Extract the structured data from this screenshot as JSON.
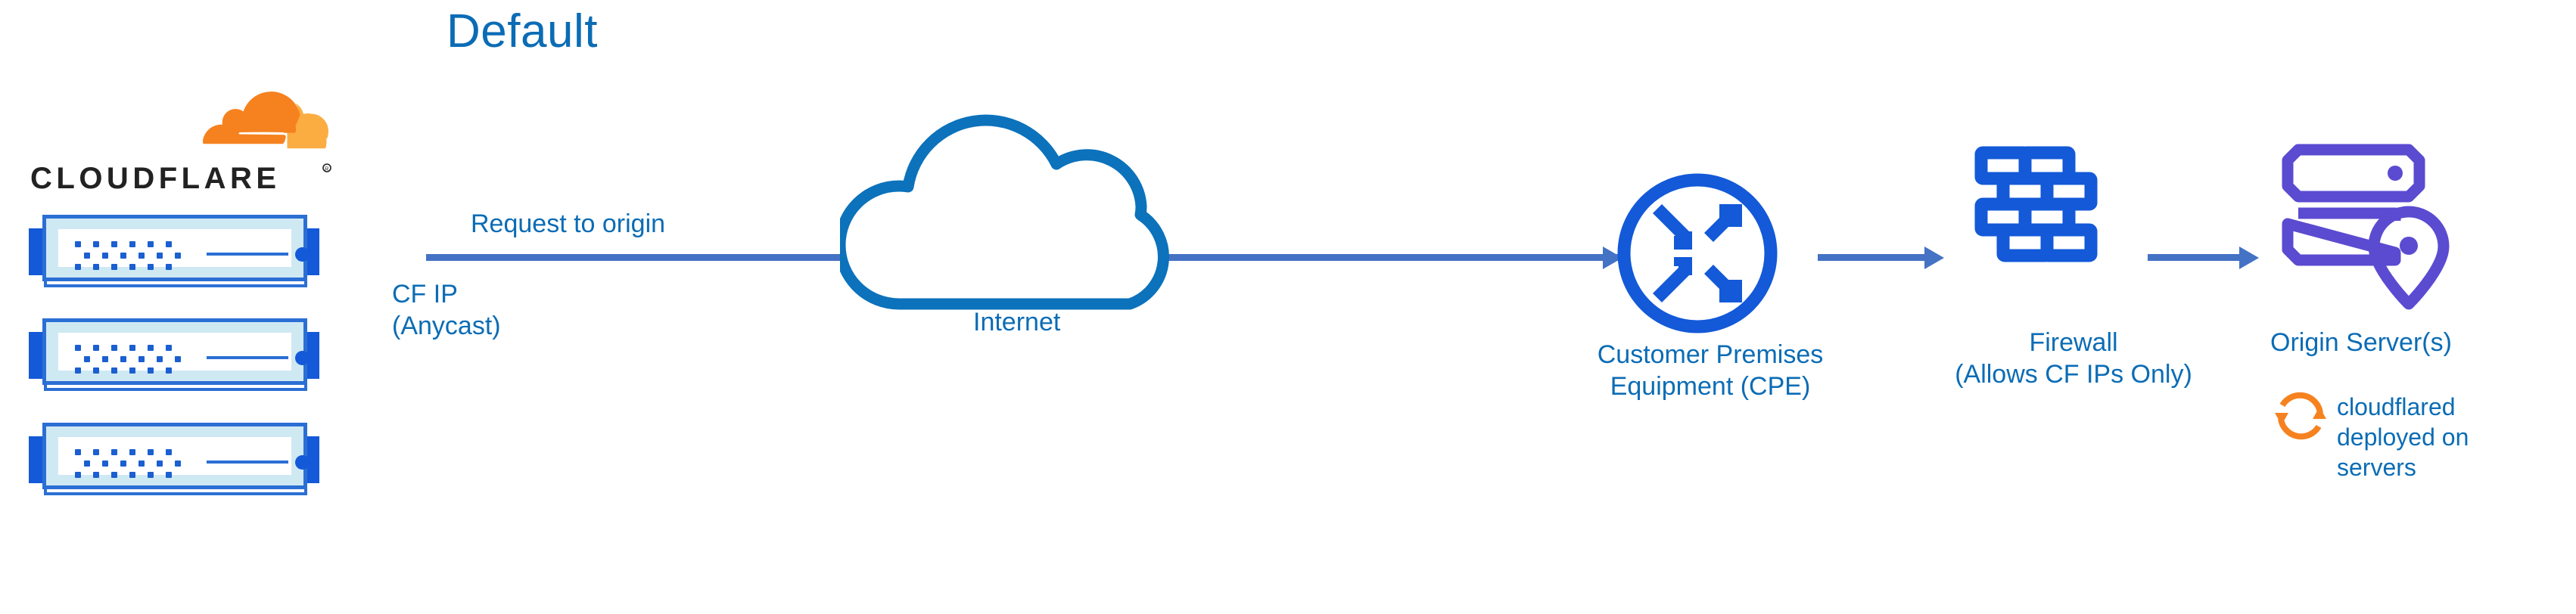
{
  "diagram": {
    "title": "Default",
    "colors": {
      "title_blue": "#0B6CB5",
      "label_blue": "#0B6CB5",
      "arrow_blue": "#4472C4",
      "icon_blue": "#1359D8",
      "cloud_outline_blue": "#0C72BB",
      "origin_purple": "#5B4BD0",
      "cloudflare_orange": "#F6821F",
      "cloudflare_orange_light": "#FBAD41",
      "wordmark_black": "#222222",
      "server_panel_cyan": "#CFE9F3"
    }
  },
  "brand": {
    "logo_wordmark": "CLOUDFLARE",
    "logo_registered_mark": "®",
    "logo_icon_name": "cloudflare-cloud-logo"
  },
  "servers": {
    "count": 3,
    "items": [
      {
        "name": "cloudflare-edge-server-1"
      },
      {
        "name": "cloudflare-edge-server-2"
      },
      {
        "name": "cloudflare-edge-server-3"
      }
    ]
  },
  "flow": {
    "request_label": "Request to origin",
    "cf_ip_label": "CF IP\n(Anycast)",
    "arrows": [
      {
        "name": "arrow-edge-to-cpe"
      },
      {
        "name": "arrow-cpe-to-firewall"
      },
      {
        "name": "arrow-firewall-to-origin"
      }
    ]
  },
  "nodes": {
    "internet": {
      "label": "Internet",
      "icon": "cloud-icon"
    },
    "cpe": {
      "label": "Customer Premises\nEquipment (CPE)",
      "icon": "router-arrows-icon"
    },
    "firewall": {
      "label": "Firewall\n(Allows CF IPs Only)",
      "icon": "brick-wall-icon"
    },
    "origin": {
      "label": "Origin Server(s)",
      "icon": "server-rack-location-pin-icon"
    },
    "cloudflared": {
      "label": "cloudflared\ndeployed on\nservers",
      "icon": "sync-arrows-icon"
    }
  }
}
